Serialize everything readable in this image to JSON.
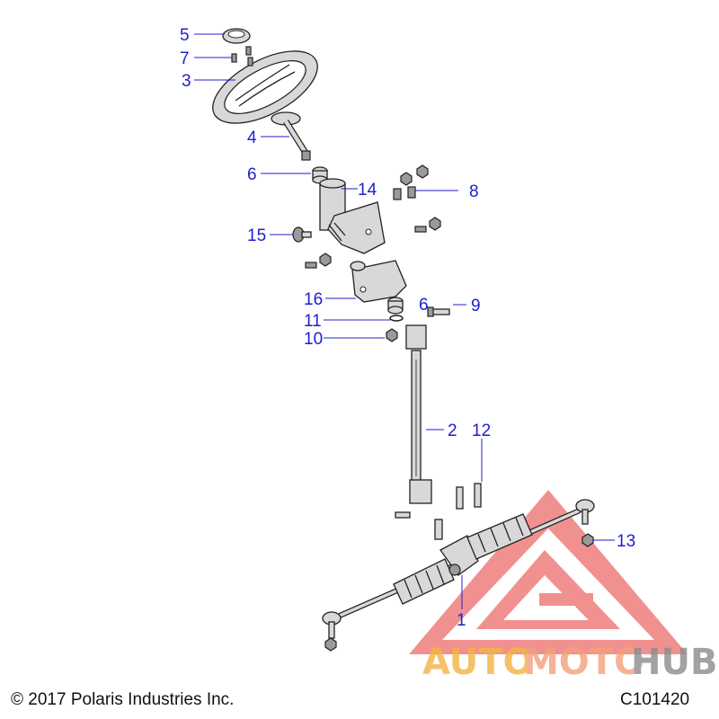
{
  "diagram": {
    "callouts": [
      "5",
      "7",
      "3",
      "4",
      "6",
      "14",
      "8",
      "15",
      "16",
      "6",
      "9",
      "11",
      "10",
      "2",
      "12",
      "13",
      "1"
    ]
  },
  "footer": {
    "copyright": "© 2017 Polaris Industries Inc.",
    "code": "C101420"
  },
  "watermark": {
    "part1": "AUTO",
    "part2": "MOTO",
    "part3": "HUB",
    "colors": {
      "auto": "#f5b342",
      "moto": "#f5a07a",
      "hub": "#8c8c8c",
      "triangle": "#e53935"
    }
  }
}
